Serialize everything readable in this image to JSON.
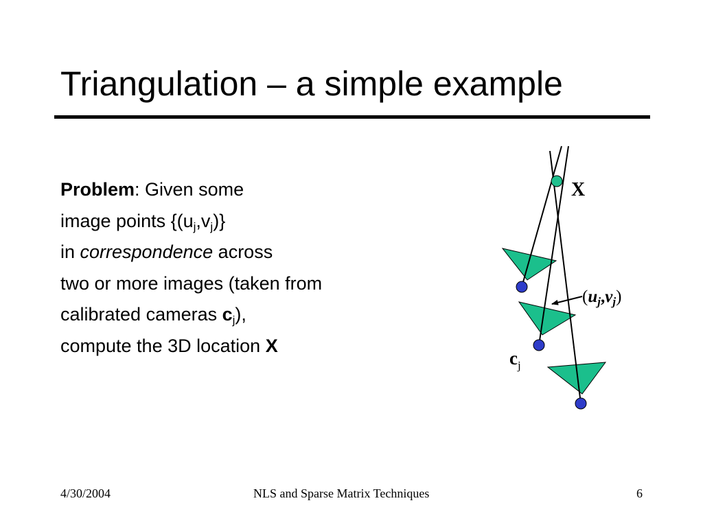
{
  "slide": {
    "title": "Triangulation – a simple example",
    "body": {
      "problem_label": "Problem",
      "line1_rest": ":  Given some",
      "line2_a": "image points {(u",
      "line2_sub1": "j",
      "line2_b": ",v",
      "line2_sub2": "j",
      "line2_c": ")}",
      "line3_a": "in ",
      "line3_emph": "correspondence",
      "line3_b": " across",
      "line4": "two or more images (taken from",
      "line5_a": "calibrated cameras ",
      "line5_bold": "c",
      "line5_sub": "j",
      "line5_b": "),",
      "line6_a": "compute the 3D location ",
      "line6_bold": "X"
    },
    "diagram": {
      "point_label": "X",
      "image_point_label": {
        "open": "(",
        "u": "u",
        "sub1": "j",
        "comma": ",",
        "v": "v",
        "sub2": "j",
        "close": ")"
      },
      "camera_label": {
        "c": "c",
        "sub": "j"
      },
      "colors": {
        "camera_fill": "#1bbf8c",
        "point_fill": "#1fc08e",
        "center_fill": "#2e3cc9",
        "stroke": "#000000"
      }
    },
    "footer": {
      "date": "4/30/2004",
      "center": "NLS and Sparse Matrix Techniques",
      "page": "6"
    }
  }
}
